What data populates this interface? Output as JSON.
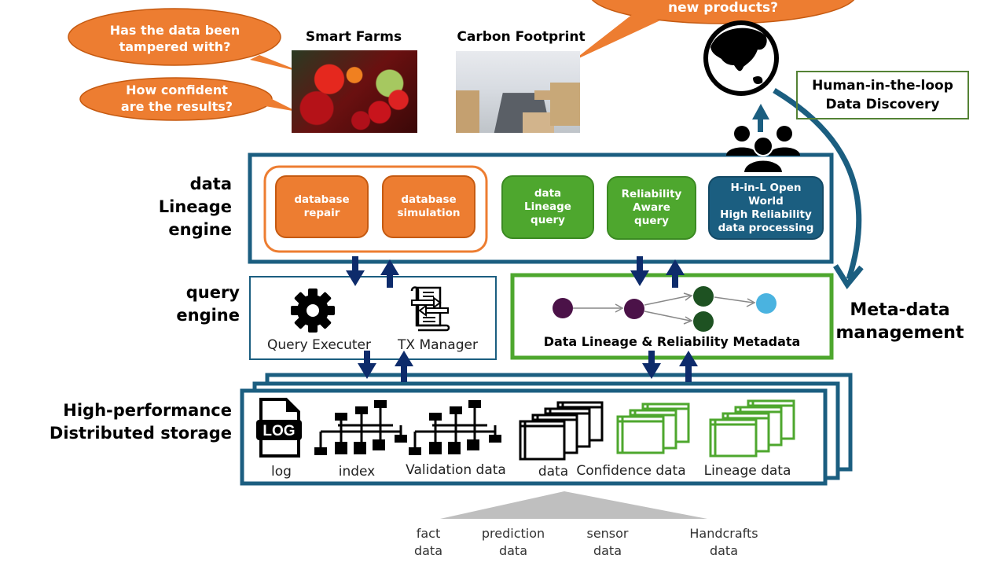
{
  "bubbles": {
    "tampered": "Has the data been tampered with?",
    "tampered_lines": [
      "Has the data been",
      "tampered with?"
    ],
    "confidence_lines": [
      "How confident",
      "are the results?"
    ],
    "new_products": "new products?"
  },
  "images": {
    "smart_farms": {
      "title": "Smart Farms"
    },
    "carbon_footprint": {
      "title": "Carbon Footprint"
    }
  },
  "hitl_box": {
    "lines": [
      "Human-in-the-loop",
      "Data Discovery"
    ]
  },
  "layers": {
    "lineage_engine": {
      "label_lines": [
        "data",
        "Lineage",
        "engine"
      ]
    },
    "query_engine": {
      "label_lines": [
        "query",
        "engine"
      ]
    },
    "storage": {
      "label_lines": [
        "High-performance",
        "Distributed storage"
      ]
    },
    "metadata": {
      "label_lines": [
        "Meta-data",
        "management"
      ]
    }
  },
  "lineage_modules": [
    {
      "lines": [
        "database",
        "repair"
      ],
      "color": "#ed7d31"
    },
    {
      "lines": [
        "database",
        "simulation"
      ],
      "color": "#ed7d31"
    },
    {
      "lines": [
        "data",
        "Lineage",
        "query"
      ],
      "color": "#4ea72e"
    },
    {
      "lines": [
        "Reliability",
        "Aware",
        "query"
      ],
      "color": "#4ea72e"
    },
    {
      "lines": [
        "H-in-L Open",
        "World",
        "High Reliability",
        "data processing"
      ],
      "color": "#1b5e80"
    }
  ],
  "query_engine": {
    "executer_label": "Query Executer",
    "tx_label": "TX Manager"
  },
  "metadata_panel": {
    "caption": "Data Lineage & Reliability Metadata",
    "node_colors": {
      "source": "#4b1248",
      "derived": "#1e5222",
      "output": "#4ab3e0"
    }
  },
  "storage": {
    "items": [
      "log",
      "index",
      "Validation data",
      "data",
      "Confidence data",
      "Lineage data"
    ],
    "log_icon_text": "LOG"
  },
  "sources": [
    {
      "lines": [
        "fact",
        "data"
      ]
    },
    {
      "lines": [
        "prediction",
        "data"
      ]
    },
    {
      "lines": [
        "sensor",
        "data"
      ]
    },
    {
      "lines": [
        "Handcrafts",
        "data"
      ]
    }
  ],
  "colors": {
    "orange": "#ed7d31",
    "green": "#4ea72e",
    "blue": "#1b5e80",
    "navy_arrow": "#0d2b6b",
    "hitl_border": "#548235"
  }
}
